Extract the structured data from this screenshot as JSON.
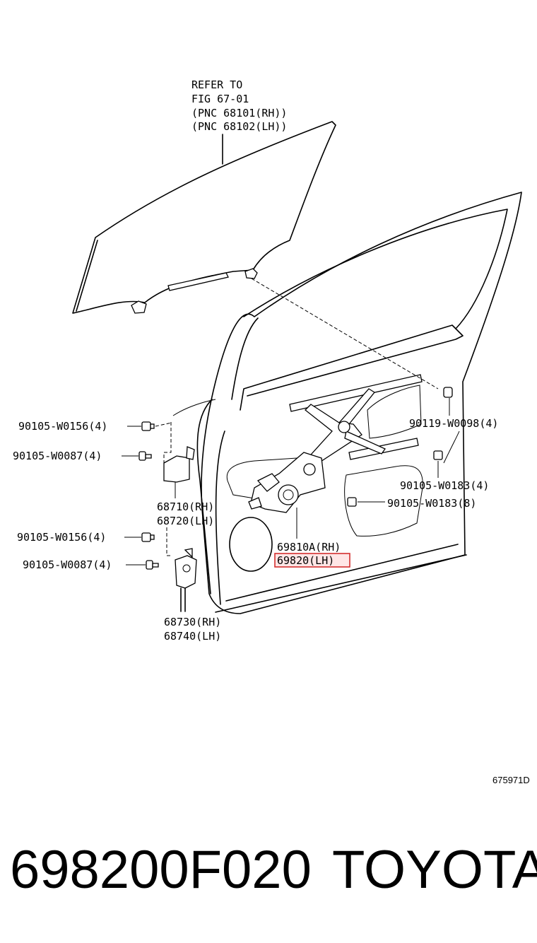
{
  "callouts": {
    "glass_ref_line1": "REFER TO",
    "glass_ref_line2": "FIG 67-01",
    "glass_ref_line3": "(PNC 68101(RH))",
    "glass_ref_line4": "(PNC 68102(LH))",
    "bolt_90105_w0156_upper": "90105-W0156(4)",
    "bolt_90105_w0087_upper": "90105-W0087(4)",
    "hinge_upper_rh": "68710(RH)",
    "hinge_upper_lh": "68720(LH)",
    "bolt_90105_w0156_lower": "90105-W0156(4)",
    "bolt_90105_w0087_lower": "90105-W0087(4)",
    "hinge_lower_rh": "68730(RH)",
    "hinge_lower_lh": "68740(LH)",
    "regulator_rh": "69810A(RH)",
    "regulator_lh": "69820(LH)",
    "bolt_90119_w0098": "90119-W0098(4)",
    "bolt_90105_w0183_4": "90105-W0183(4)",
    "bolt_90105_w0183_8": "90105-W0183(8)"
  },
  "figure_code": "675971D",
  "footer": {
    "part_number": "698200F020",
    "brand": "TOYOTA"
  },
  "highlight_color": "#d32f2f"
}
